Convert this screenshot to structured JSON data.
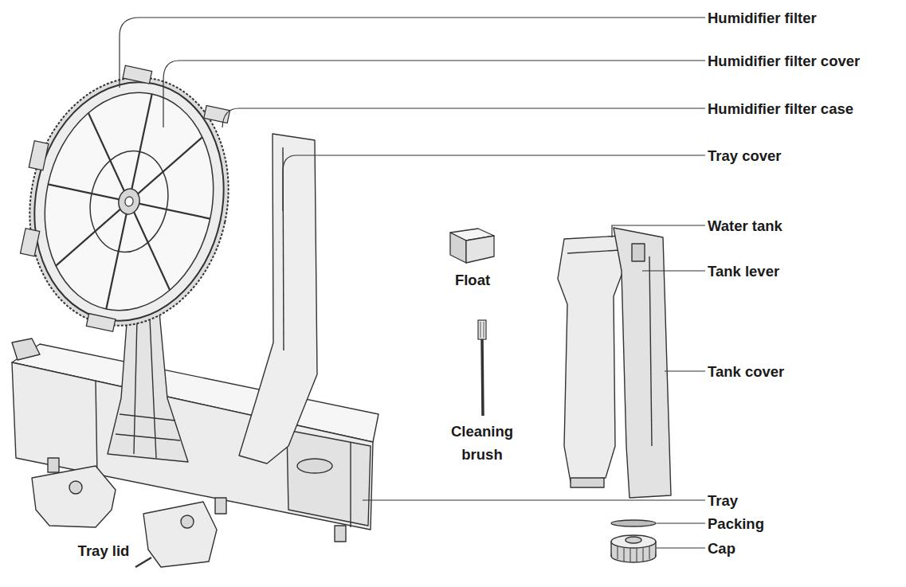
{
  "diagram": {
    "labels": [
      "Humidifier filter",
      "Humidifier filter cover",
      "Humidifier filter case",
      "Tray cover",
      "Water tank",
      "Tank lever",
      "Tank cover",
      "Float",
      "Cleaning brush",
      "Tray",
      "Packing",
      "Cap",
      "Tray lid"
    ]
  }
}
